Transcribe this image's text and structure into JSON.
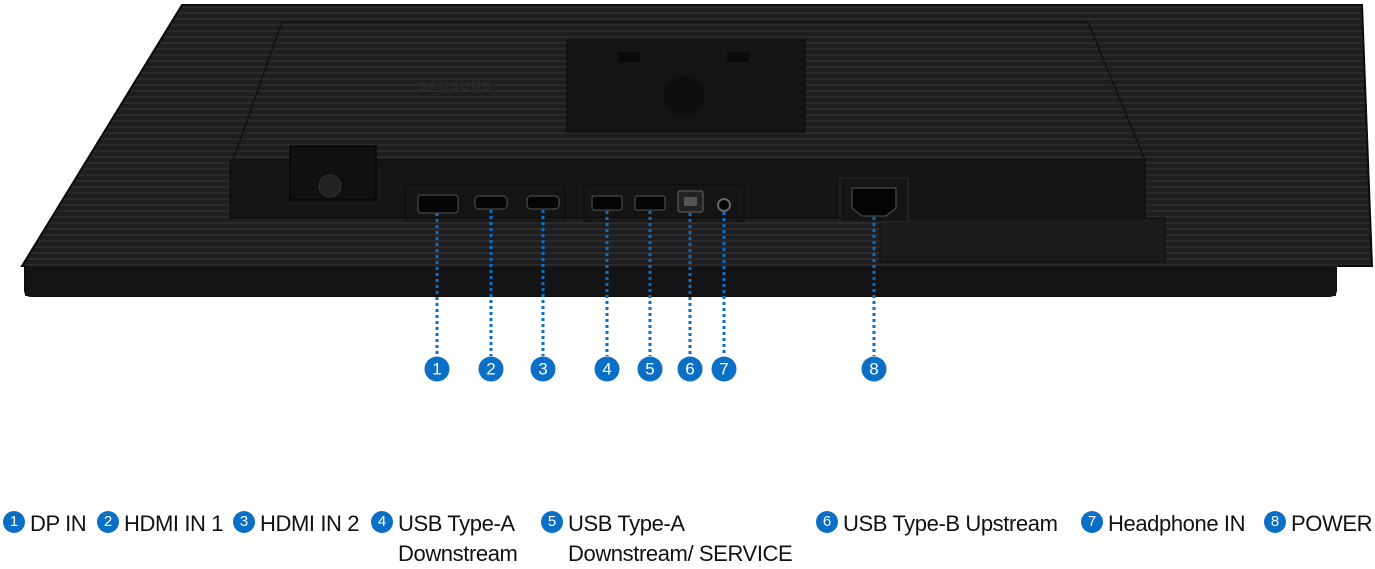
{
  "brand_logo": "SAMSUNG",
  "accent_color": "#0b6fc6",
  "callouts": [
    "1",
    "2",
    "3",
    "4",
    "5",
    "6",
    "7",
    "8"
  ],
  "legend": [
    {
      "num": "1",
      "lines": [
        "DP IN"
      ]
    },
    {
      "num": "2",
      "lines": [
        "HDMI IN 1"
      ]
    },
    {
      "num": "3",
      "lines": [
        "HDMI IN 2"
      ]
    },
    {
      "num": "4",
      "lines": [
        "USB Type-A",
        "Downstream"
      ]
    },
    {
      "num": "5",
      "lines": [
        "USB Type-A",
        "Downstream/ SERVICE"
      ]
    },
    {
      "num": "6",
      "lines": [
        "USB Type-B Upstream"
      ]
    },
    {
      "num": "7",
      "lines": [
        "Headphone IN"
      ]
    },
    {
      "num": "8",
      "lines": [
        "POWER"
      ]
    }
  ]
}
